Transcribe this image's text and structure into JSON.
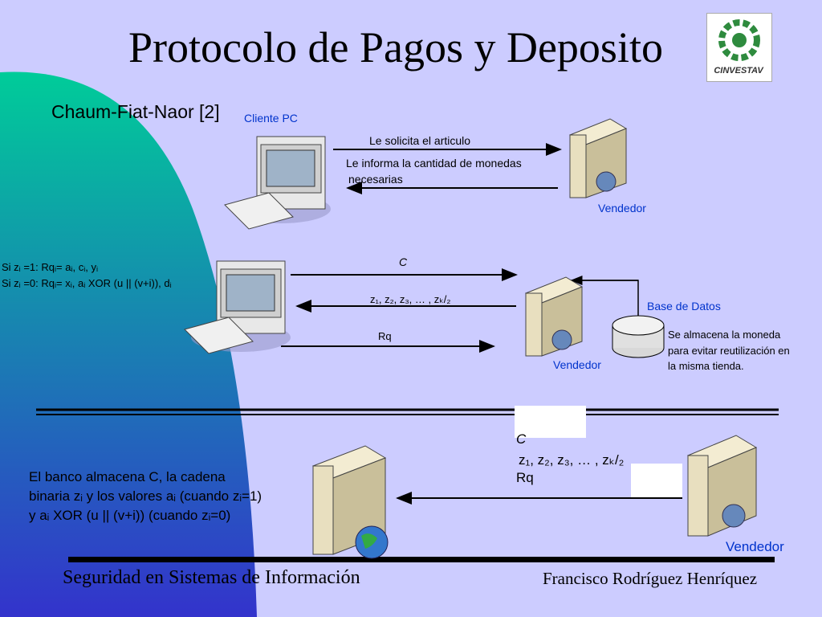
{
  "title": "Protocolo de Pagos y Deposito",
  "subtitle": "Chaum-Fiat-Naor [2]",
  "logo_text": "CINVESTAV",
  "section1": {
    "client_label": "Cliente PC",
    "msg_request": "Le solicita el articulo",
    "msg_inform_line1": "Le informa la cantidad de monedas",
    "msg_inform_line2": "necesarias",
    "vendor_label": "Vendedor"
  },
  "section2": {
    "rule1": "Si zᵢ =1:  Rqᵢ= aᵢ, cᵢ, yᵢ",
    "rule2": "Si zᵢ =0:  Rqᵢ= xᵢ, aᵢ XOR (u || (v+i)), dᵢ",
    "msg_c": "C",
    "msg_z": "z₁, z₂, z₃, … , zₖ/₂",
    "msg_rq": "Rq",
    "vendor_label": "Vendedor",
    "db_label": "Base de Datos",
    "db_note_line1": "Se almacena la moneda",
    "db_note_line2": "para evitar reutilización en",
    "db_note_line3": "la misma tienda."
  },
  "section3": {
    "bank_note_line1": "El banco almacena C, la cadena",
    "bank_note_line2": "binaria zᵢ y los valores aᵢ (cuando zᵢ=1)",
    "bank_note_line3": "y aᵢ XOR (u || (v+i)) (cuando zᵢ=0)",
    "msg_c": "C",
    "msg_z": "z₁, z₂, z₃, … , zₖ/₂",
    "msg_rq": "Rq",
    "vendor_label": "Vendedor"
  },
  "footer": {
    "left": "Seguridad en Sistemas de Información",
    "right": "Francisco Rodríguez Henríquez"
  },
  "colors": {
    "background": "#ccccff",
    "gradient_top": "#00cc99",
    "gradient_bottom": "#3333cc",
    "label_blue": "#0033cc"
  }
}
